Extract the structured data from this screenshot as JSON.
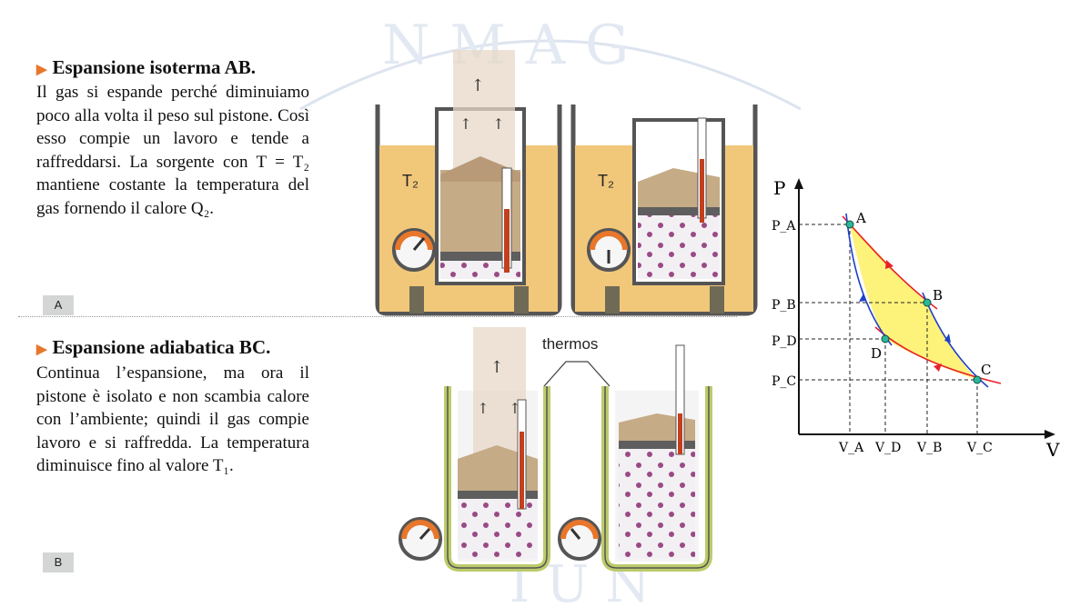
{
  "sections": [
    {
      "title": "Espansione isoterma AB.",
      "body": "Il gas si espande perché diminuiamo poco alla volta il peso sul pistone. Così esso compie un lavoro e tende a raffreddarsi. La sorgente con T = T₂ mantiene costante la temperatura del gas fornendo il calore Q₂.",
      "tag": "A"
    },
    {
      "title": "Espansione adiabatica BC.",
      "body": "Continua l’espansione, ma ora il pistone è isolato e non scambia calore con l’ambiente; quindi il gas compie lavoro e si raffredda. La temperatura diminuisce fino al valore T₁.",
      "tag": "B"
    }
  ],
  "illustration": {
    "reservoir_label": "T₂",
    "thermos_label": "thermos"
  },
  "pv_diagram": {
    "x_axis": "V",
    "y_axis": "P",
    "points": [
      "A",
      "B",
      "C",
      "D"
    ],
    "pressure_ticks": [
      "P_A",
      "P_B",
      "P_D",
      "P_C"
    ],
    "volume_ticks": [
      "V_A",
      "V_D",
      "V_B",
      "V_C"
    ],
    "colors": {
      "isotherm": "#e8202a",
      "adiabat": "#1e3fc8",
      "fill": "#fdf27a",
      "point": "#2bb89a"
    }
  }
}
